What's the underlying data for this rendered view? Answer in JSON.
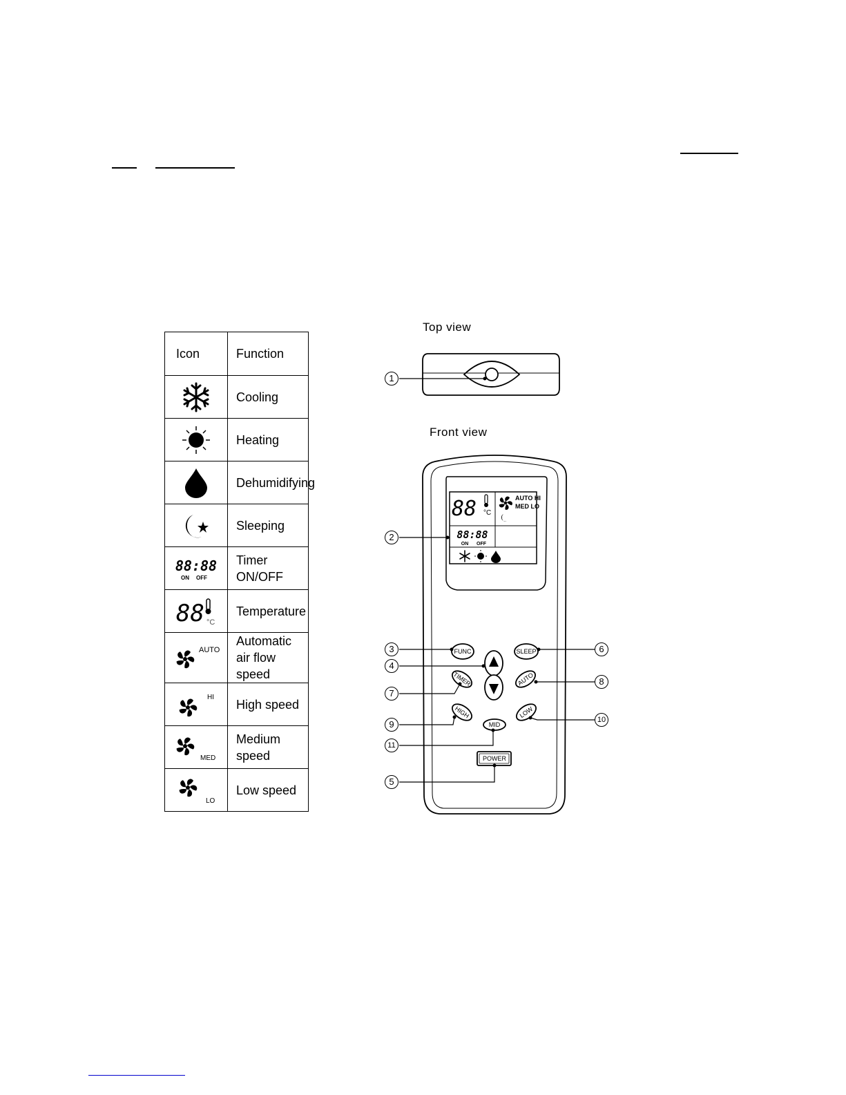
{
  "table": {
    "header": {
      "icon": "Icon",
      "function": "Function"
    },
    "rows": [
      {
        "icon": "snowflake-icon",
        "function_lines": [
          "Cooling"
        ]
      },
      {
        "icon": "sun-icon",
        "function_lines": [
          "Heating"
        ]
      },
      {
        "icon": "droplet-icon",
        "function_lines": [
          "Dehumidifying"
        ]
      },
      {
        "icon": "moon-star-icon",
        "function_lines": [
          "Sleeping"
        ]
      },
      {
        "icon": "timer-display-icon",
        "function_lines": [
          "Timer",
          "ON/OFF"
        ]
      },
      {
        "icon": "temperature-display-icon",
        "function_lines": [
          "Temperature"
        ]
      },
      {
        "icon": "fan-auto-icon",
        "function_lines": [
          "Automatic",
          "air flow speed"
        ]
      },
      {
        "icon": "fan-hi-icon",
        "function_lines": [
          "High speed"
        ]
      },
      {
        "icon": "fan-med-icon",
        "function_lines": [
          "Medium",
          "speed"
        ]
      },
      {
        "icon": "fan-lo-icon",
        "function_lines": [
          "Low speed"
        ]
      }
    ],
    "icon_text": {
      "digits": "88",
      "timer_digits": "88:88",
      "on": "ON",
      "off": "OFF",
      "celsius": "°C",
      "auto": "AUTO",
      "hi": "HI",
      "med": "MED",
      "lo": "LO"
    }
  },
  "diagram": {
    "top_view_label": "Top view",
    "front_view_label": "Front view",
    "lcd": {
      "speeds_line1": "AUTO HI",
      "speeds_line2": "MED  LO"
    },
    "buttons": {
      "func": "FUNC",
      "sleep": "SLEEP",
      "timer": "TIMER",
      "auto": "AUTO",
      "high": "HIGH",
      "low": "LOW",
      "mid": "MID",
      "power": "POWER"
    },
    "callouts": [
      "1",
      "2",
      "3",
      "4",
      "5",
      "6",
      "7",
      "8",
      "9",
      "10",
      "11"
    ]
  }
}
